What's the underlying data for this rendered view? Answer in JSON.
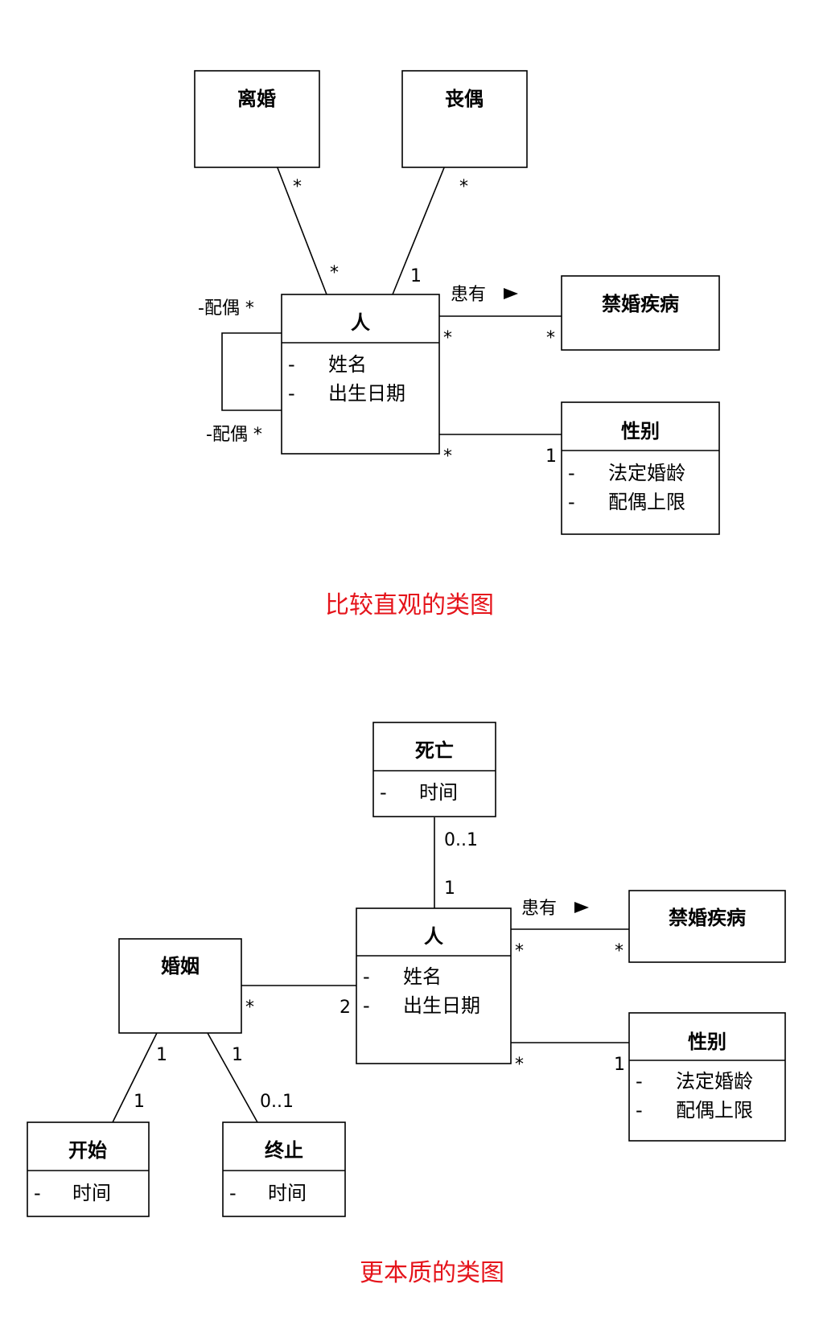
{
  "diagram1": {
    "classes": {
      "divorce": {
        "title": "离婚"
      },
      "widowed": {
        "title": "丧偶"
      },
      "person": {
        "title": "人",
        "attrs": [
          {
            "dash": "-",
            "name": "姓名"
          },
          {
            "dash": "-",
            "name": "出生日期"
          }
        ]
      },
      "disease": {
        "title": "禁婚疾病"
      },
      "gender": {
        "title": "性别",
        "attrs": [
          {
            "dash": "-",
            "name": "法定婚龄"
          },
          {
            "dash": "-",
            "name": "配偶上限"
          }
        ]
      }
    },
    "labels": {
      "divorce_end": "*",
      "divorce_person_end": "*",
      "widowed_end": "*",
      "widowed_person_end": "1",
      "spouse_top": "-配偶 *",
      "spouse_bottom": "-配偶 *",
      "has_label": "患有",
      "has_person_end": "*",
      "has_disease_end": "*",
      "gender_person_end": "*",
      "gender_end": "1"
    },
    "caption": "比较直观的类图"
  },
  "diagram2": {
    "classes": {
      "death": {
        "title": "死亡",
        "attrs": [
          {
            "dash": "-",
            "name": "时间"
          }
        ]
      },
      "person": {
        "title": "人",
        "attrs": [
          {
            "dash": "-",
            "name": "姓名"
          },
          {
            "dash": "-",
            "name": "出生日期"
          }
        ]
      },
      "disease": {
        "title": "禁婚疾病"
      },
      "marriage": {
        "title": "婚姻"
      },
      "gender": {
        "title": "性别",
        "attrs": [
          {
            "dash": "-",
            "name": "法定婚龄"
          },
          {
            "dash": "-",
            "name": "配偶上限"
          }
        ]
      },
      "start": {
        "title": "开始",
        "attrs": [
          {
            "dash": "-",
            "name": "时间"
          }
        ]
      },
      "end": {
        "title": "终止",
        "attrs": [
          {
            "dash": "-",
            "name": "时间"
          }
        ]
      }
    },
    "labels": {
      "death_end": "0..1",
      "death_person_end": "1",
      "has_label": "患有",
      "has_person_end": "*",
      "has_disease_end": "*",
      "marriage_end": "*",
      "marriage_person_end": "2",
      "start_marriage_end": "1",
      "start_end": "1",
      "end_marriage_end": "1",
      "end_end": "0..1",
      "gender_person_end": "*",
      "gender_end": "1"
    },
    "caption": "更本质的类图"
  }
}
